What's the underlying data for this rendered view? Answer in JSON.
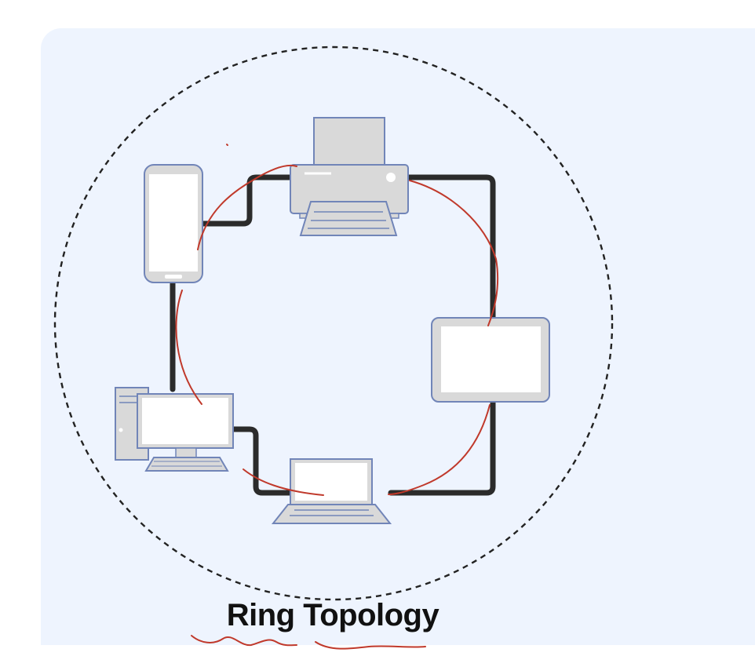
{
  "title": "Ring Topology",
  "colors": {
    "background": "#eef4fe",
    "cable": "#2b2b2b",
    "device_fill": "#d9d9d9",
    "device_outline": "#7185b8",
    "screen": "#ffffff",
    "annotation": "#c0392b",
    "boundary": "#222222"
  },
  "nodes": [
    {
      "id": "printer",
      "icon": "printer-icon"
    },
    {
      "id": "smartphone",
      "icon": "smartphone-icon"
    },
    {
      "id": "tablet",
      "icon": "tablet-icon"
    },
    {
      "id": "desktop",
      "icon": "desktop-computer-icon"
    },
    {
      "id": "laptop",
      "icon": "laptop-icon"
    }
  ],
  "links": [
    [
      "smartphone",
      "printer"
    ],
    [
      "printer",
      "tablet"
    ],
    [
      "tablet",
      "laptop"
    ],
    [
      "laptop",
      "desktop"
    ],
    [
      "desktop",
      "smartphone"
    ]
  ]
}
